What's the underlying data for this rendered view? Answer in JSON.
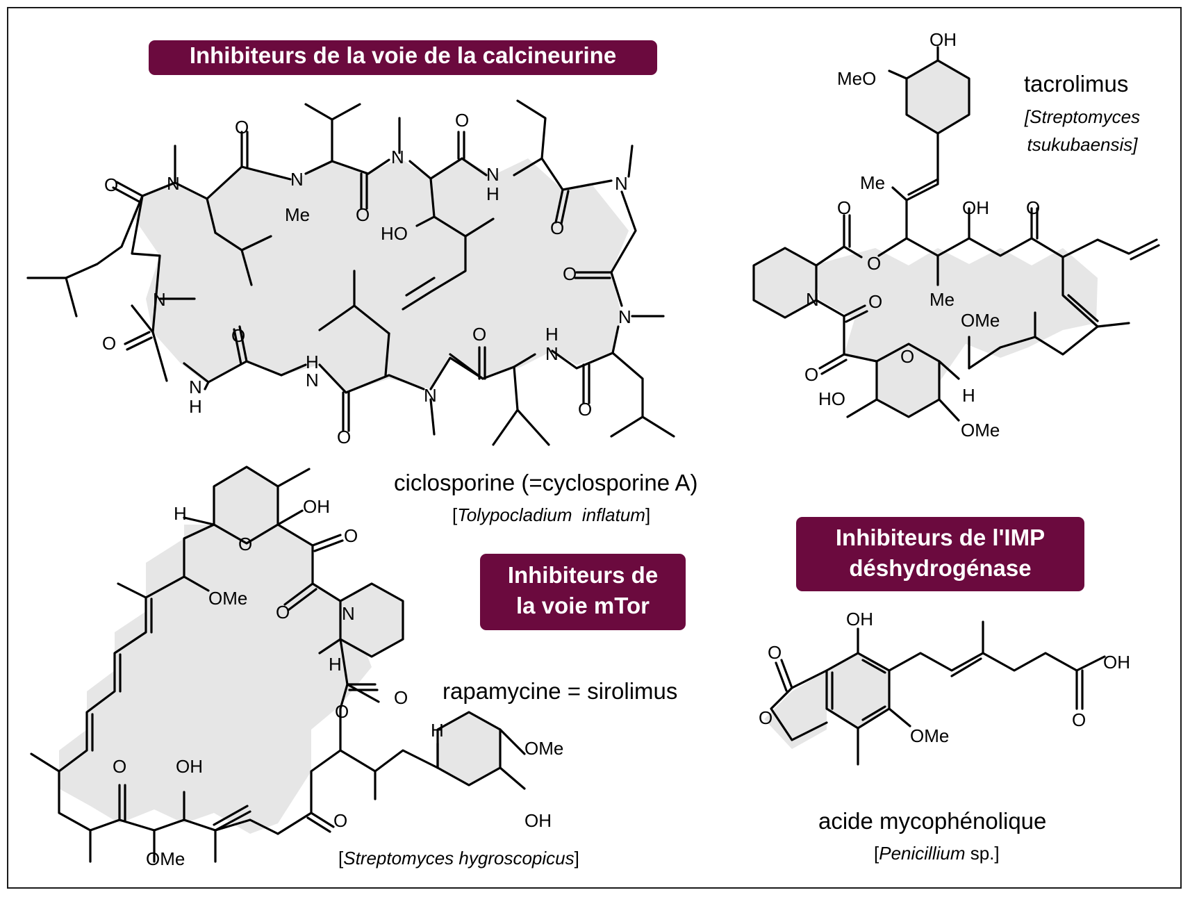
{
  "banners": {
    "calcineurin": "Inhibiteurs de la voie de la calcineurine",
    "mtor_line1": "Inhibiteurs de",
    "mtor_line2": "la voie mTor",
    "imp_line1": "Inhibiteurs de l'IMP",
    "imp_line2": "déshydrogénase"
  },
  "compounds": {
    "ciclosporine": {
      "name": "ciclosporine (=cyclosporine A)",
      "source_open": "[",
      "source_species": "Tolypocladium  inflatum",
      "source_close": "]"
    },
    "tacrolimus": {
      "name": "tacrolimus",
      "source_line1": "[Streptomyces",
      "source_line2": "tsukubaensis]"
    },
    "rapamycine": {
      "name": "rapamycine = sirolimus",
      "source_open": "[",
      "source_species": "Streptomyces hygroscopicus",
      "source_close": "]"
    },
    "mycophenolique": {
      "name": "acide mycophénolique",
      "source_open": "[",
      "source_genus": "Penicillium",
      "source_rest": " sp.]"
    }
  },
  "atom_labels": {
    "O": "O",
    "N": "N",
    "H": "H",
    "Me": "Me",
    "OH": "OH",
    "HO": "HO",
    "OMe": "OMe",
    "MeO": "MeO",
    "NH_H": "H"
  },
  "colors": {
    "banner": "#6b0a3e",
    "ring_fill": "#e6e6e6",
    "border": "#1a1a1a"
  }
}
